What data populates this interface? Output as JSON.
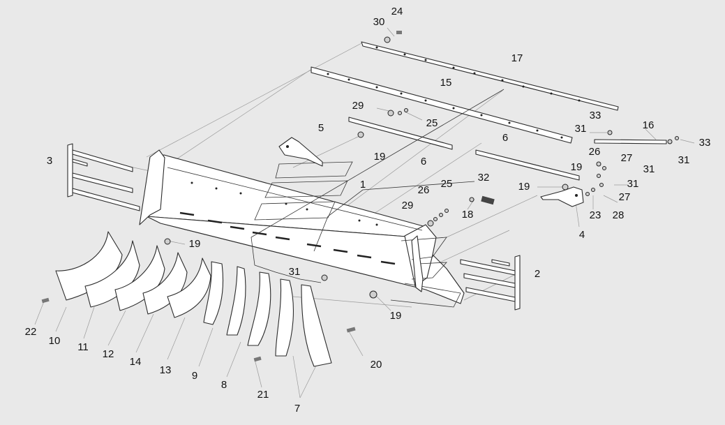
{
  "labels": {
    "p1": "1",
    "p2": "2",
    "p3": "3",
    "p4": "4",
    "p5": "5",
    "p6a": "6",
    "p6b": "6",
    "p7": "7",
    "p8": "8",
    "p9": "9",
    "p10": "10",
    "p11": "11",
    "p12": "12",
    "p13": "13",
    "p14": "14",
    "p15": "15",
    "p16": "16",
    "p17": "17",
    "p18": "18",
    "p19a": "19",
    "p19b": "19",
    "p19c": "19",
    "p19d": "19",
    "p19e": "19",
    "p20": "20",
    "p21": "21",
    "p22": "22",
    "p23": "23",
    "p24": "24",
    "p25a": "25",
    "p25b": "25",
    "p26a": "26",
    "p26b": "26",
    "p27a": "27",
    "p27b": "27",
    "p28": "28",
    "p29a": "29",
    "p29b": "29",
    "p30": "30",
    "p31a": "31",
    "p31b": "31",
    "p31c": "31",
    "p31d": "31",
    "p31e": "31",
    "p32": "32",
    "p33a": "33",
    "p33b": "33"
  }
}
